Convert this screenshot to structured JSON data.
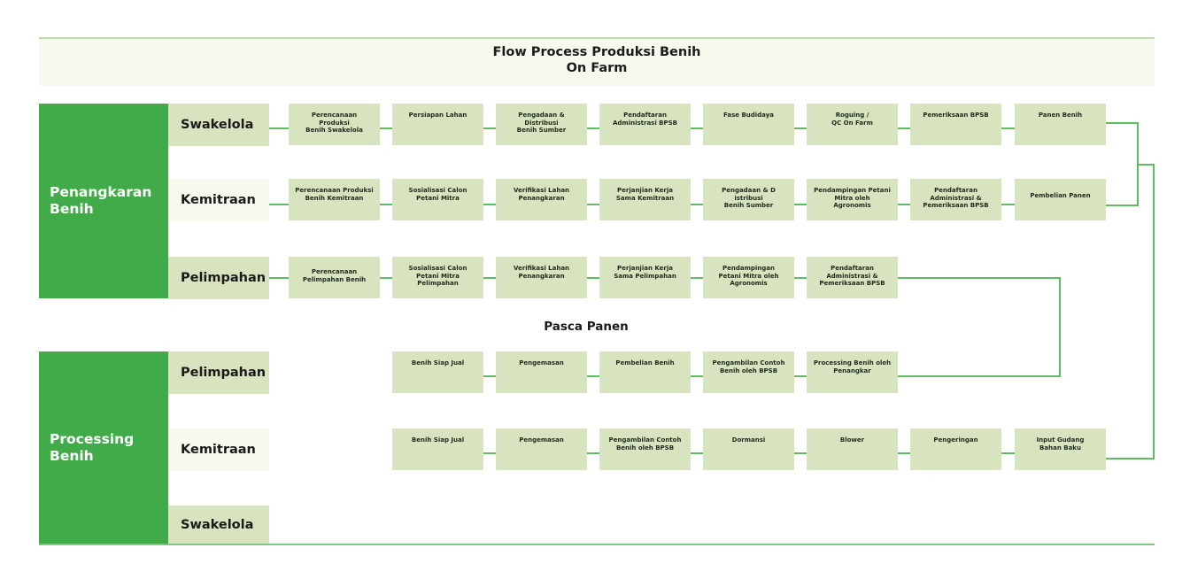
{
  "title": {
    "line1": "Flow Process Produksi Benih",
    "line2": "On Farm"
  },
  "colors": {
    "group_green": "#41ab4a",
    "step_fill": "#d8e4c0",
    "cream": "#f9f8ef",
    "connector": "#5cbd63"
  },
  "groups": [
    {
      "name": "Penangkaran Benih",
      "rows": [
        {
          "label": "Swakelola",
          "steps": [
            "Perencanaan\nProduksi\nBenih Swakelola",
            "Persiapan Lahan",
            "Pengadaan &\nDistribusi\nBenih Sumber",
            "Pendaftaran\nAdministrasi BPSB",
            "Fase Budidaya",
            "Roguing /\nQC On Farm",
            "Pemeriksaan BPSB",
            "Panen Benih"
          ]
        },
        {
          "label": "Kemitraan",
          "steps": [
            "Perencanaan Produksi\nBenih Kemitraan",
            "Sosialisasi Calon\nPetani Mitra",
            "Verifikasi Lahan\nPenangkaran",
            "Perjanjian Kerja\nSama Kemitraan",
            "Pengadaan & D\nistribusi\nBenih Sumber",
            "Pendampingan Petani\nMitra oleh\nAgronomis",
            "Pendaftaran\nAdministrasi &\nPemeriksaan BPSB",
            "Pembelian Panen"
          ]
        },
        {
          "label": "Pelimpahan",
          "steps": [
            "Perencanaan\nPelimpahan Benih",
            "Sosialisasi Calon\nPetani Mitra\nPelimpahan",
            "Verifikasi Lahan\nPenangkaran",
            "Perjanjian Kerja\nSama Pelimpahan",
            "Pendampingan\nPetani Mitra oleh\nAgronomis",
            "Pendaftaran\nAdministrasi &\nPemeriksaan BPSB"
          ]
        }
      ]
    },
    {
      "name": "Processing Benih",
      "section_title": "Pasca Panen",
      "rows": [
        {
          "label": "Pelimpahan",
          "steps": [
            "Benih Siap Jual",
            "Pengemasan",
            "Pembelian Benih",
            "Pengambilan Contoh\nBenih oleh BPSB",
            "Processing Benih oleh\nPenangkar"
          ]
        },
        {
          "label": "Kemitraan",
          "steps": [
            "Benih Siap Jual",
            "Pengemasan",
            "Pengambilan Contoh\nBenih oleh BPSB",
            "Dormansi",
            "Blower",
            "Pengeringan",
            "Input Gudang\nBahan Baku"
          ]
        },
        {
          "label": "Swakelola",
          "steps": []
        }
      ]
    }
  ]
}
